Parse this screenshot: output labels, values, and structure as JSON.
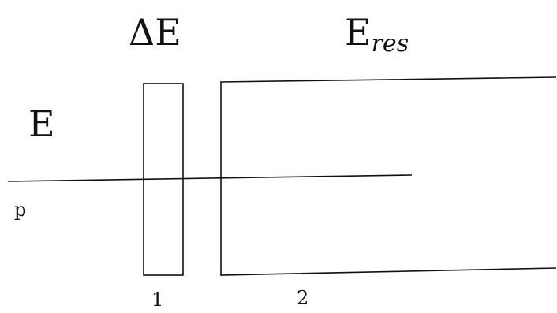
{
  "labels": {
    "delta_e": "ΔE",
    "e_res_base": "E",
    "e_res_sub": "res",
    "energy": "E",
    "particle": "p",
    "detector_1": "1",
    "detector_2": "2"
  }
}
